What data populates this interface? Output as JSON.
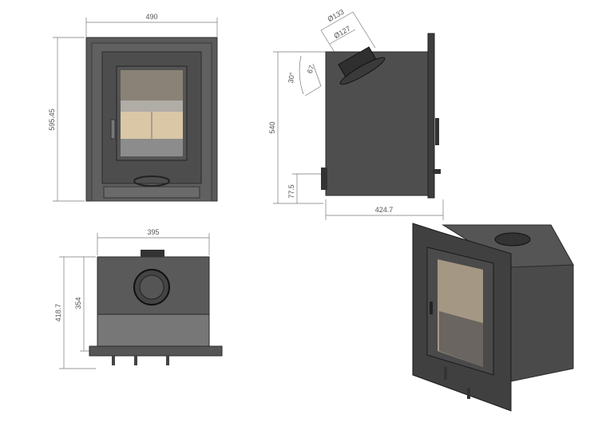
{
  "front_view": {
    "width_label": "490",
    "height_label": "595.45"
  },
  "side_view": {
    "flue_outer_label": "Ø133",
    "flue_inner_label": "Ø127",
    "angle_label": "30°",
    "flue_offset_label": "67",
    "height_label": "540",
    "inlet_height_label": "77.5",
    "depth_label": "424.7"
  },
  "top_view": {
    "width_label": "395",
    "overall_depth_label": "418.7",
    "body_depth_label": "354"
  },
  "colors": {
    "body": "#4a4a4a",
    "frame": "#5a5a5a",
    "glass": "#8a8276",
    "firebrick": "#d9c7a6",
    "dimension": "#777777"
  }
}
